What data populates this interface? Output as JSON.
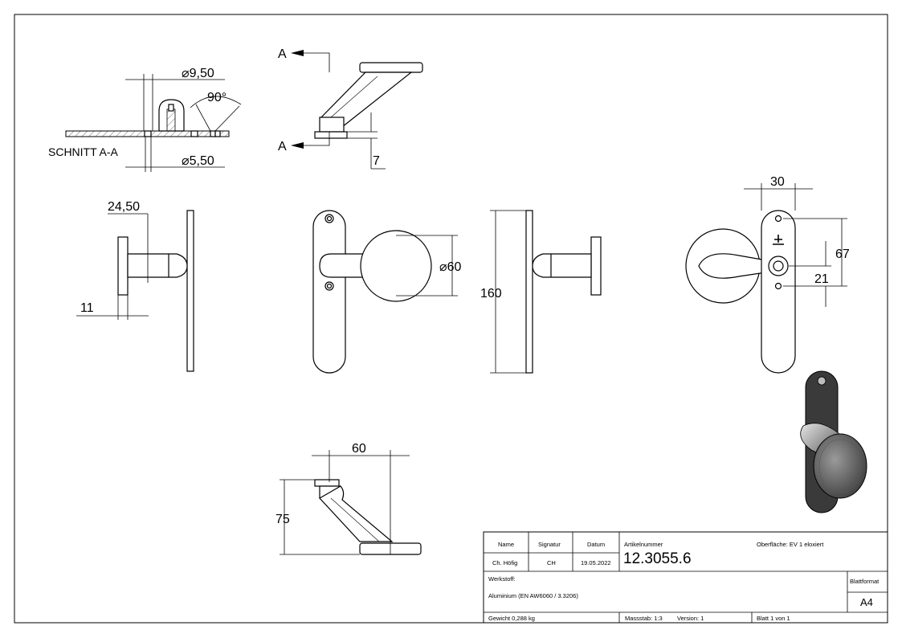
{
  "views": {
    "section_label": "SCHNITT A-A",
    "section_marker": "A",
    "dims": {
      "d_9_50": "9,50",
      "d_5_50": "5,50",
      "angle_90": "90°",
      "d_7": "7",
      "d_24_50": "24,50",
      "d_11": "11",
      "d_60_dia": "60",
      "d_160": "160",
      "d_30": "30",
      "d_67": "67",
      "d_21": "21",
      "d_60": "60",
      "d_75": "75"
    },
    "diameter_symbol": "⌀"
  },
  "title_block": {
    "name_header": "Name",
    "signatur_header": "Signatur",
    "datum_header": "Datum",
    "artikel_header": "Artikelnummer",
    "oberflaeche": "Oberfläche:  EV 1 eloxiert",
    "name_value": "Ch. Höfig",
    "signatur_value": "CH",
    "datum_value": "19.05.2022",
    "artikel_value": "12.3055.6",
    "werkstoff_label": "Werkstoff:",
    "werkstoff_value": "Aluminium (EN AW6060 / 3.3206)",
    "blattformat_label": "Blattformat",
    "blattformat_value": "A4",
    "gewicht": "Gewicht 0,288 kg",
    "massstab": "Massstab: 1:3",
    "version": "Version: 1",
    "blatt": "Blatt 1 von 1"
  },
  "colors": {
    "line": "#000000",
    "iso_dark": "#3a3a3a",
    "iso_mid": "#8c8c8c",
    "iso_light": "#d9d9d9"
  }
}
